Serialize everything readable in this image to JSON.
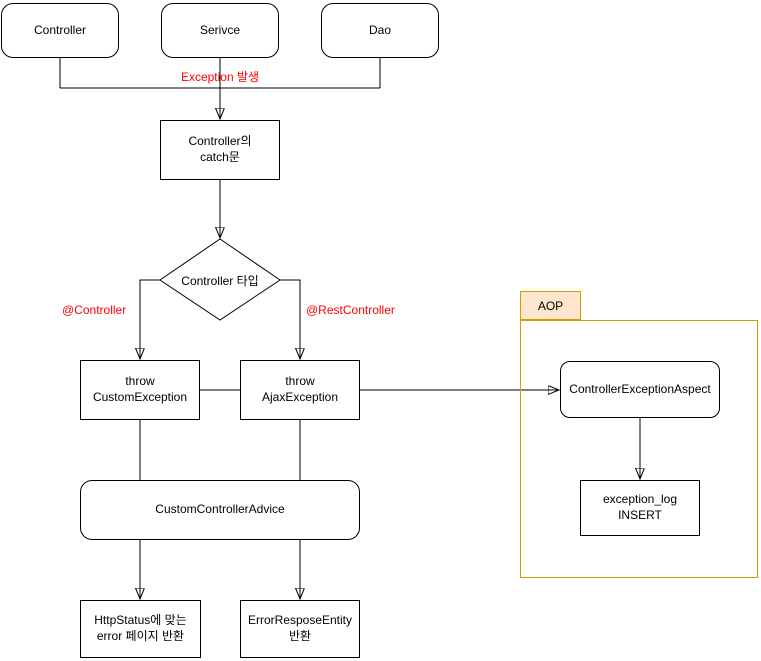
{
  "nodes": {
    "controller": "Controller",
    "service": "Serivce",
    "dao": "Dao",
    "catch_block": "Controller의\ncatch문",
    "decision": "Controller 타입",
    "throw_custom": "throw\nCustomException",
    "throw_ajax": "throw\nAjaxException",
    "advice": "CustomControllerAdvice",
    "http_status_page": "HttpStatus에 맞는\nerror 페이지 반환",
    "error_response": "ErrorResposeEntity\n반환",
    "aspect": "ControllerExceptionAspect",
    "exception_log": "exception_log\nINSERT"
  },
  "edge_labels": {
    "exception_occurred": "Exception 발생",
    "at_controller": "@Controller",
    "at_rest_controller": "@RestController"
  },
  "container": {
    "aop_title": "AOP"
  },
  "colors": {
    "edge_label_red": "#FF0000",
    "aop_border": "#D79B00",
    "aop_tab_fill": "#FFE6CC",
    "line": "#000000",
    "node_fill": "#FFFFFF",
    "background": "#FFFFFF"
  }
}
